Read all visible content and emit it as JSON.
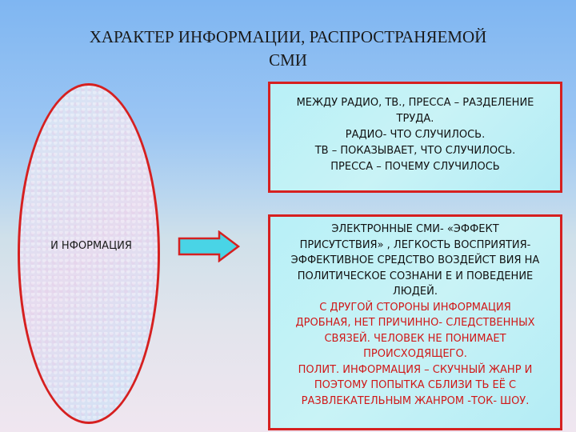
{
  "title": {
    "line1": "ХАРАКТЕР ИНФОРМАЦИИ, РАСПРОСТРАНЯЕМОЙ",
    "line2": "СМИ"
  },
  "oval_label": "И НФОРМАЦИЯ",
  "box1": {
    "lines": [
      "МЕЖДУ РАДИО, ТВ., ПРЕССА – РАЗДЕЛЕНИЕ",
      "ТРУДА.",
      "РАДИО- ЧТО СЛУЧИЛОСЬ.",
      "ТВ – ПОКАЗЫВАЕТ, ЧТО СЛУЧИЛОСЬ.",
      "ПРЕССА – ПОЧЕМУ СЛУЧИЛОСЬ"
    ]
  },
  "box2": {
    "black_lines": [
      "ЭЛЕКТРОННЫЕ СМИ- «ЭФФЕКТ",
      "ПРИСУТСТВИЯ» , ЛЕГКОСТЬ ВОСПРИЯТИЯ-",
      "ЭФФЕКТИВНОЕ СРЕДСТВО ВОЗДЕЙСТ ВИЯ НА",
      "ПОЛИТИЧЕСКОЕ СОЗНАНИ Е И ПОВЕДЕНИЕ",
      "ЛЮДЕЙ."
    ],
    "red_lines": [
      "С ДРУГОЙ СТОРОНЫ ИНФОРМАЦИЯ",
      "ДРОБНАЯ, НЕТ ПРИЧИННО- СЛЕДСТВЕННЫХ",
      "СВЯЗЕЙ. ЧЕЛОВЕК НЕ ПОНИМАЕТ",
      "ПРОИСХОДЯЩЕГО.",
      "ПОЛИТ. ИНФОРМАЦИЯ – СКУЧНЫЙ ЖАНР И",
      "ПОЭТОМУ ПОПЫТКА СБЛИЗИ ТЬ ЕЁ С",
      "РАЗВЛЕКАТЕЛЬНЫМ ЖАНРОМ -ТОК- ШОУ."
    ]
  },
  "colors": {
    "border_red": "#d62020",
    "text_red": "#d01818",
    "box_fill": "#b8f0f7",
    "arrow_fill": "#49d4e6"
  }
}
